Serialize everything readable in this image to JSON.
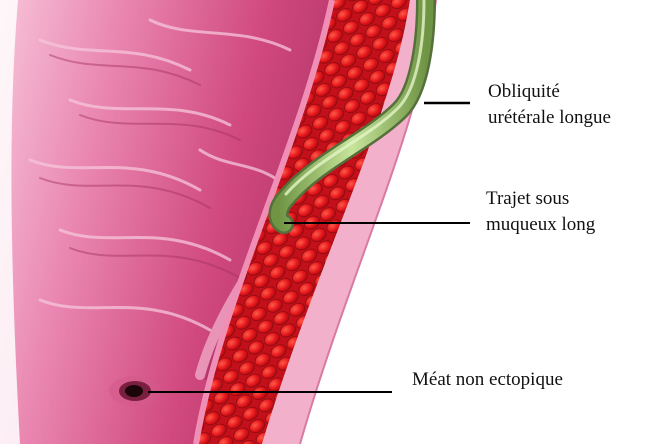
{
  "labels": {
    "obliquity": {
      "line1": "Obliquité",
      "line2": "urétérale longue"
    },
    "submucosal": {
      "line1": "Trajet sous",
      "line2": "muqueux long"
    },
    "meatus": {
      "line1": "Méat non ectopique"
    }
  },
  "colors": {
    "mucosa": "#d0487e",
    "mucosa_light": "#ef9cc0",
    "muscle": "#e3141a",
    "muscle_dark": "#9a0b10",
    "serosa": "#f2b0cb",
    "ureter": "#a3cc6c",
    "ureter_dark": "#5f7e3c",
    "leader_line": "#000000"
  }
}
